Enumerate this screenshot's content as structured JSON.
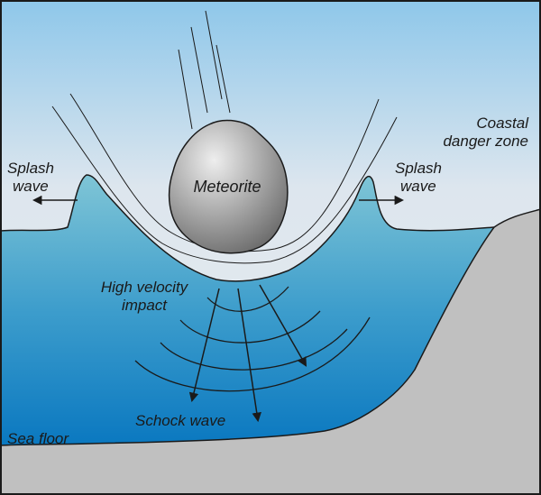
{
  "labels": {
    "meteorite": "Meteorite",
    "splash_left_1": "Splash",
    "splash_left_2": "wave",
    "splash_right_1": "Splash",
    "splash_right_2": "wave",
    "coastal_1": "Coastal",
    "coastal_2": "danger zone",
    "impact_1": "High velocity",
    "impact_2": "impact",
    "shock": "Schock wave",
    "sea_floor": "Sea floor"
  },
  "colors": {
    "sky_top": "#8ec7ea",
    "sky_bottom": "#e9ecef",
    "water_top": "#7fc5d6",
    "water_bottom": "#0a78c0",
    "rock": "#c0c0c0",
    "meteorite_light": "#eeeeee",
    "meteorite_dark": "#6e6e6e",
    "outline": "#1a1a1a"
  }
}
